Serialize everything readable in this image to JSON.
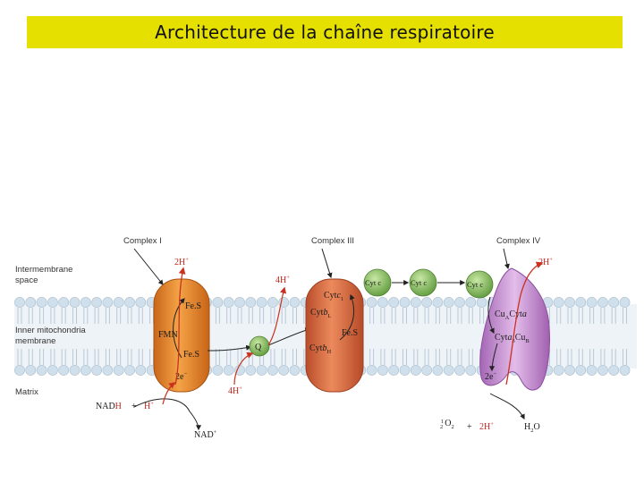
{
  "title": "Architecture de la chaîne respiratoire",
  "labels": {
    "complex1": "Complex I",
    "complex3": "Complex III",
    "complex4": "Complex IV",
    "intermembrane_l1": "Intermembrane",
    "intermembrane_l2": "space",
    "inner_l1": "Inner mitochondria",
    "inner_l2": "membrane",
    "matrix": "Matrix"
  },
  "complex1": {
    "fes_top": "Fe.S",
    "fmn": "FMN",
    "fes_bottom": "Fe.S",
    "two_e": "2e",
    "two_h": "2H",
    "plus": "+"
  },
  "q": "Q",
  "complex3": {
    "four_h_top": "4H",
    "four_h_bottom": "4H",
    "plus": "+",
    "cyt": "Cyt",
    "c": "c",
    "sub1": "1",
    "b": "b",
    "subL": "L",
    "subH": "H",
    "fes": "Fe.S"
  },
  "cyt_c": [
    "Cyt c",
    "Cyt c",
    "Cyt c"
  ],
  "complex4": {
    "two_h": "2H",
    "plus": "+",
    "cu": "Cu",
    "subA": "A",
    "cyt": "Cyt",
    "a": "a",
    "a3": "a",
    "sub3": "3",
    "subB": "B",
    "two_e": "2e",
    "minus": "−"
  },
  "reactions": {
    "nad": "NAD",
    "h": "H",
    "plus_sign": "+",
    "h_plus": "H",
    "nad_plus": "NAD",
    "half": "1",
    "half_den": "2",
    "o2": "O",
    "o_sub": "2",
    "two_h_plus": "2H",
    "h2o_h": "H",
    "h2o_sub": "2",
    "h2o_o": "O"
  },
  "colors": {
    "title_bg": "#e5e000",
    "complex1": "#e8892a",
    "complex3": "#d96a3f",
    "complex4": "#c88fd3",
    "cyt_c": "#8fc06a",
    "q": "#8fc06a",
    "membrane": "#cfe0ec",
    "arrow_black": "#222222",
    "arrow_red": "#c8321f"
  }
}
